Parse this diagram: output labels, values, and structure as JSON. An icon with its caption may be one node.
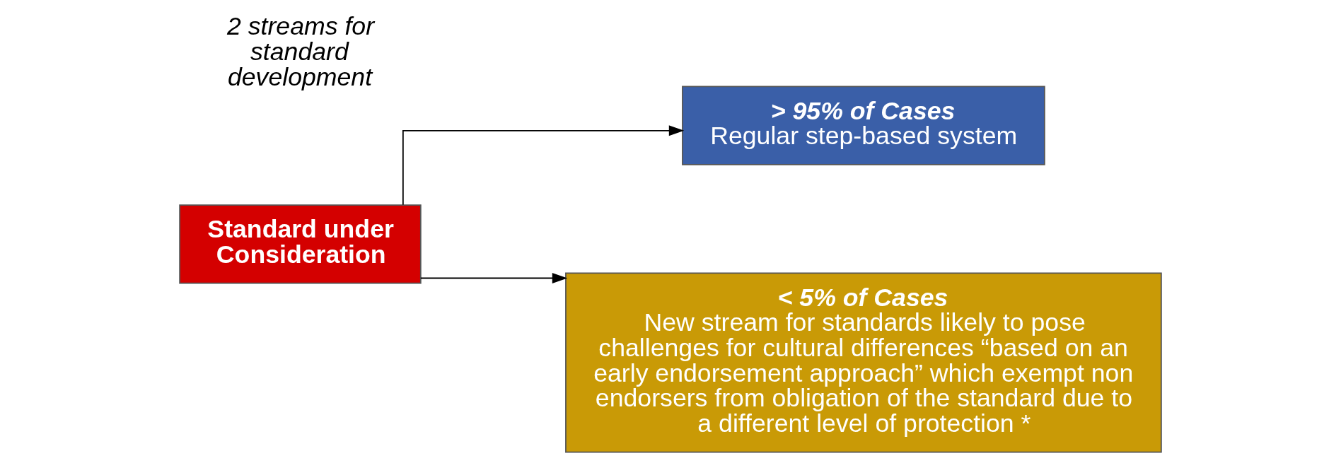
{
  "diagram": {
    "nodes": [
      {
        "text": [
          "Standard under Consideration"
        ]
      },
      {
        "text": [
          "> 95% of Cases",
          "Regular step-based system"
        ]
      },
      {
        "text": [
          "< 5% of Cases",
          "New stream for standards likely to pose challenges for cultural differences “based on an early endorsement approach” which exempt non endorsers from obligation of the standard due to a different level of protection *"
        ]
      }
    ],
    "edges": [
      {
        "from": 0,
        "to": 1,
        "arrow": "to"
      },
      {
        "from": 0,
        "to": 2,
        "arrow": "to"
      }
    ],
    "labels": [
      "2 streams for standard development"
    ]
  }
}
